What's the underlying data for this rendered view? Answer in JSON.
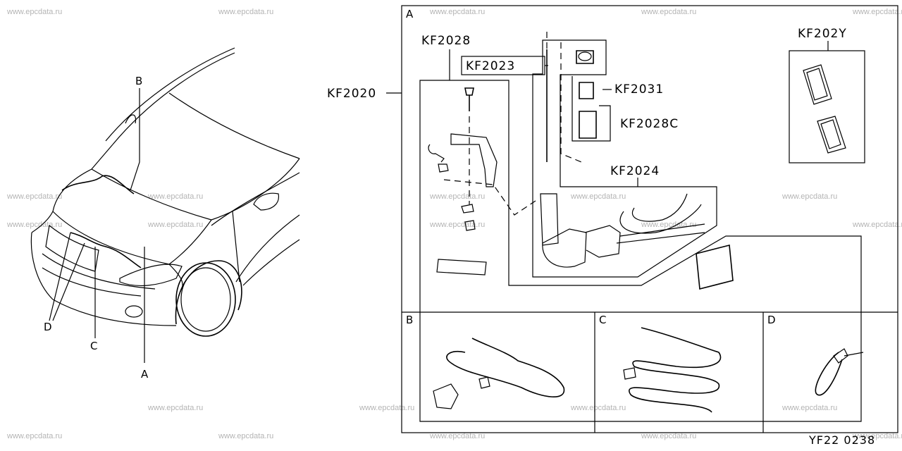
{
  "watermark_text": "www.epcdata.ru",
  "part_labels": {
    "kf2028": "KF2028",
    "kf2023": "KF2023",
    "kf2020": "KF2020",
    "kf2031": "KF2031",
    "kf2028c": "KF2028C",
    "kf2024": "KF2024",
    "kf202y": "KF202Y"
  },
  "section_labels": {
    "a": "A",
    "b": "B",
    "c": "C",
    "d": "D"
  },
  "car_callouts": {
    "a": "A",
    "b": "B",
    "c": "C",
    "d": "D"
  },
  "diagram_code": "YF22 0238"
}
